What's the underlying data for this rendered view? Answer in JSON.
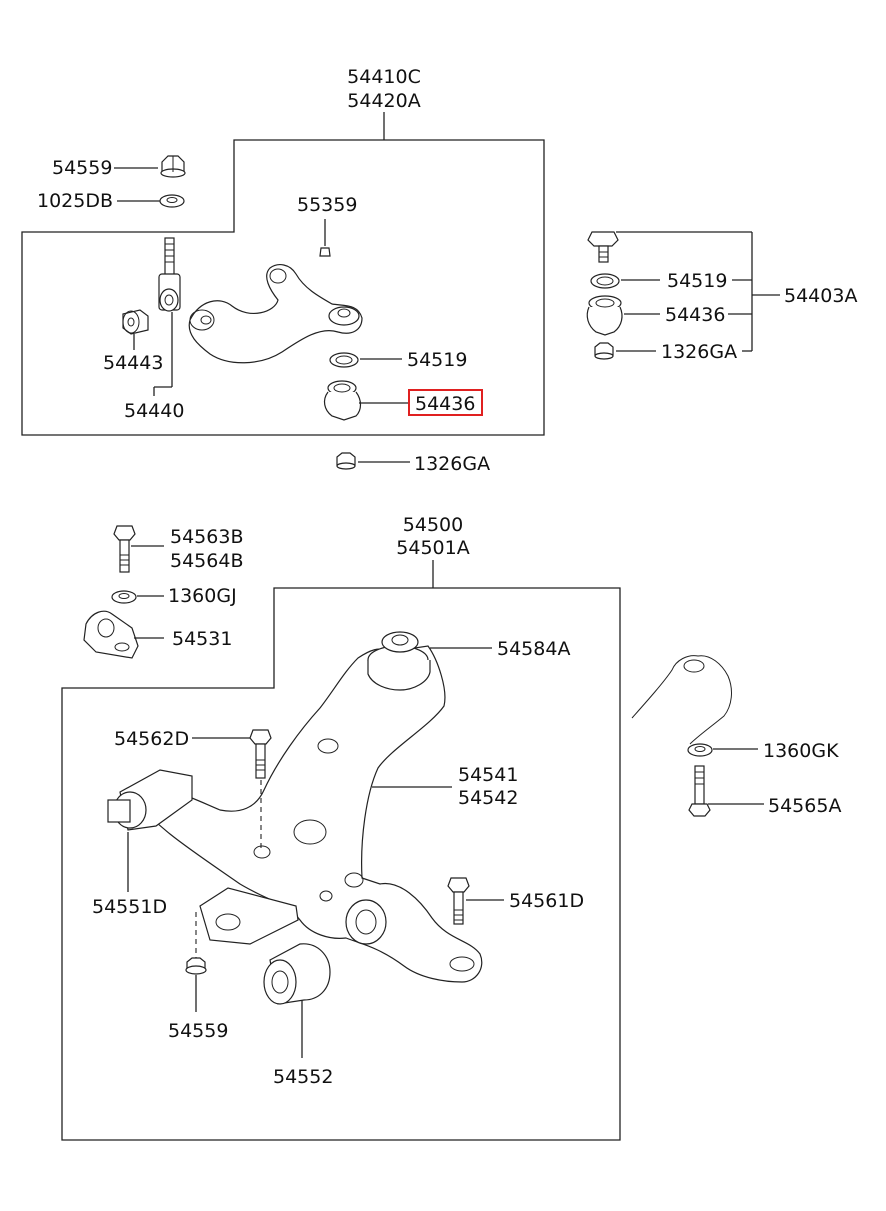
{
  "labels": {
    "upper_arm_1": "54410C",
    "upper_arm_2": "54420A",
    "nut_top": "54559",
    "washer_top": "1025DB",
    "bolt_55359": "55359",
    "bushing_54443": "54443",
    "bushing_54440": "54440",
    "dustcover_54519": "54519",
    "balljoint_54436": "54436",
    "nut_1326ga": "1326GA",
    "right_54519": "54519",
    "right_54436": "54436",
    "right_1326ga": "1326GA",
    "right_54403a": "54403A",
    "lower_arm_1": "54500",
    "lower_arm_2": "54501A",
    "bolt_54563b": "54563B",
    "bolt_54564b": "54564B",
    "washer_1360gj": "1360GJ",
    "bracket_54531": "54531",
    "bushing_54584a": "54584A",
    "bolt_54562d": "54562D",
    "arm_54541": "54541",
    "arm_54542": "54542",
    "bushing_54551d": "54551D",
    "bolt_54561d": "54561D",
    "nut_54559": "54559",
    "bushing_54552": "54552",
    "washer_1360gk": "1360GK",
    "bolt_54565a": "54565A"
  },
  "highlight_color": "#e02020"
}
